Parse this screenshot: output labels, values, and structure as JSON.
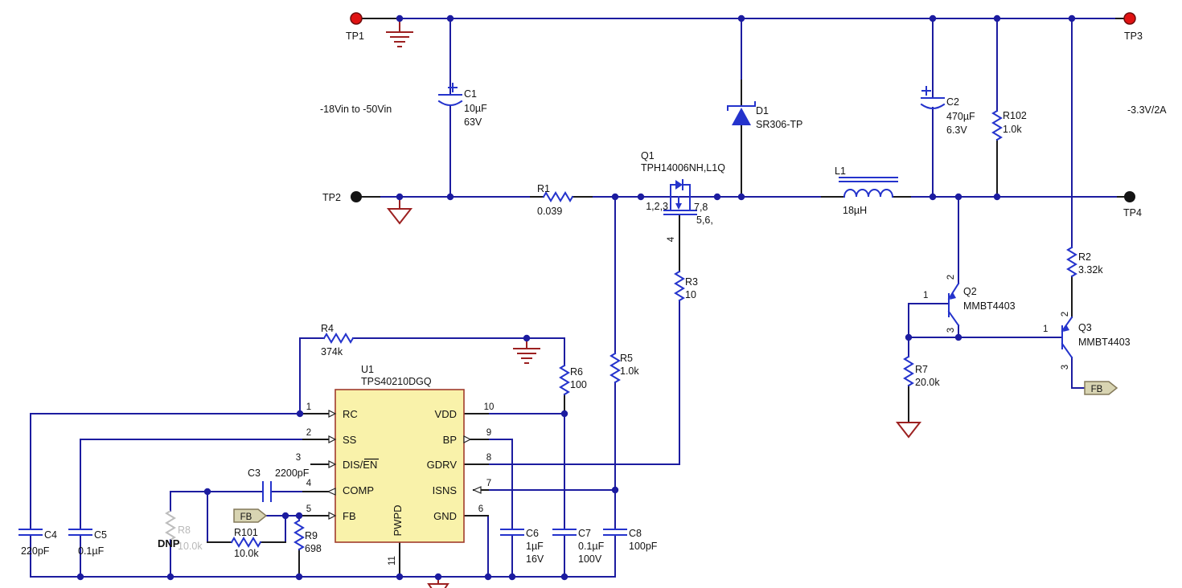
{
  "labels": {
    "input_range": "-18Vin to -50Vin",
    "output_rating": "-3.3V/2A",
    "dnp": "DNP"
  },
  "test_points": {
    "tp1": "TP1",
    "tp2": "TP2",
    "tp3": "TP3",
    "tp4": "TP4"
  },
  "flags": {
    "fb_left": "FB",
    "fb_right": "FB"
  },
  "capacitors": {
    "c1": {
      "ref": "C1",
      "value": "10µF",
      "rating": "63V"
    },
    "c2": {
      "ref": "C2",
      "value": "470µF",
      "rating": "6.3V"
    },
    "c3": {
      "ref": "C3",
      "value": "2200pF"
    },
    "c4": {
      "ref": "C4",
      "value": "220pF"
    },
    "c5": {
      "ref": "C5",
      "value": "0.1µF"
    },
    "c6": {
      "ref": "C6",
      "value": "1µF",
      "rating": "16V"
    },
    "c7": {
      "ref": "C7",
      "value": "0.1µF",
      "rating": "100V"
    },
    "c8": {
      "ref": "C8",
      "value": "100pF"
    }
  },
  "resistors": {
    "r1": {
      "ref": "R1",
      "value": "0.039"
    },
    "r2": {
      "ref": "R2",
      "value": "3.32k"
    },
    "r3": {
      "ref": "R3",
      "value": "10"
    },
    "r4": {
      "ref": "R4",
      "value": "374k"
    },
    "r5": {
      "ref": "R5",
      "value": "1.0k"
    },
    "r6": {
      "ref": "R6",
      "value": "100"
    },
    "r7": {
      "ref": "R7",
      "value": "20.0k"
    },
    "r8": {
      "ref": "R8",
      "value": "10.0k"
    },
    "r9": {
      "ref": "R9",
      "value": "698"
    },
    "r101": {
      "ref": "R101",
      "value": "10.0k"
    },
    "r102": {
      "ref": "R102",
      "value": "1.0k"
    }
  },
  "inductor": {
    "ref": "L1",
    "value": "18µH"
  },
  "diode": {
    "ref": "D1",
    "value": "SR306-TP"
  },
  "mosfet": {
    "ref": "Q1",
    "part": "TPH14006NH,L1Q",
    "pin_source": "1,2,3",
    "pin_drain_a": "7,8",
    "pin_drain_b": "5,6,",
    "pin_gate": "4"
  },
  "transistors": {
    "q2": {
      "ref": "Q2",
      "part": "MMBT4403",
      "pin1": "1",
      "pin2": "2",
      "pin3": "3"
    },
    "q3": {
      "ref": "Q3",
      "part": "MMBT4403",
      "pin1": "1",
      "pin2": "2",
      "pin3": "3"
    }
  },
  "ic": {
    "ref": "U1",
    "part": "TPS40210DGQ",
    "left_pins": [
      {
        "num": "1",
        "name": "RC"
      },
      {
        "num": "2",
        "name": "SS"
      },
      {
        "num": "3",
        "name": "DIS/EN"
      },
      {
        "num": "4",
        "name": "COMP"
      },
      {
        "num": "5",
        "name": "FB"
      }
    ],
    "right_pins": [
      {
        "num": "10",
        "name": "VDD"
      },
      {
        "num": "9",
        "name": "BP"
      },
      {
        "num": "8",
        "name": "GDRV"
      },
      {
        "num": "7",
        "name": "ISNS"
      },
      {
        "num": "6",
        "name": "GND"
      }
    ],
    "bottom_pin": {
      "num": "11",
      "name": "PWPD"
    }
  },
  "colors": {
    "wire": "#1c1ca0",
    "component": "#2433cc",
    "ground_red": "#9c2020",
    "ic_fill": "#f9f2aa",
    "ic_border": "#a03c2c",
    "tp_red": "#e01212",
    "tp_black": "#141414",
    "flag_fill": "#d8d4b2",
    "dnp_gray": "#bdbdbd"
  }
}
